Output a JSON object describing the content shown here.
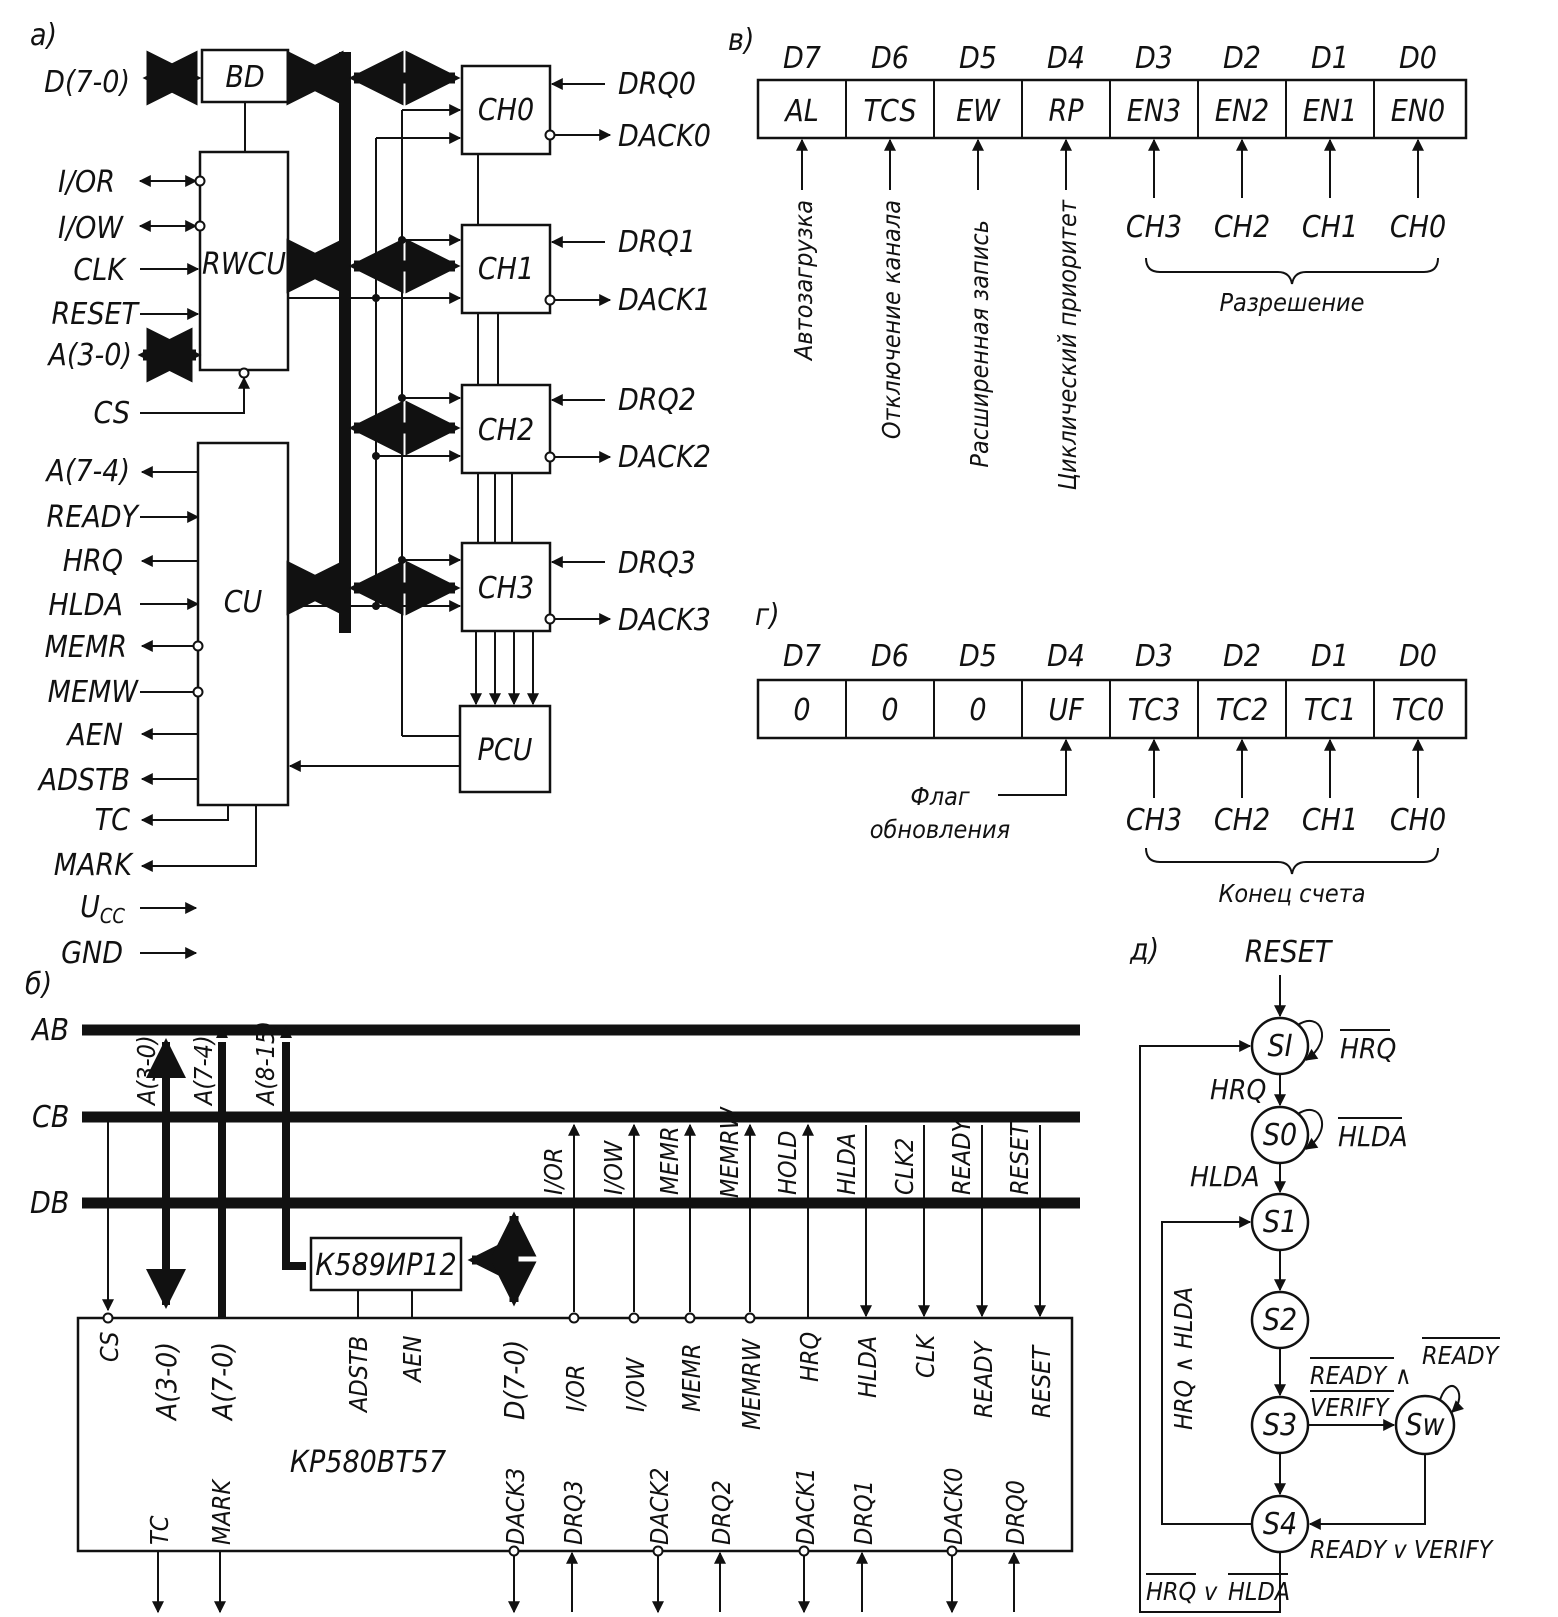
{
  "a": {
    "label": "а)",
    "blocks": {
      "bd": "BD",
      "rwcu": "RWCU",
      "cu": "CU",
      "ch0": "CH0",
      "ch1": "CH1",
      "ch2": "CH2",
      "ch3": "CH3",
      "pcu": "PCU"
    },
    "left_signals": [
      "D(7-0)",
      "I/OR",
      "I/OW",
      "CLK",
      "RESET",
      "A(3-0)",
      "CS",
      "A(7-4)",
      "READY",
      "HRQ",
      "HLDA",
      "MEMR",
      "MEMW",
      "AEN",
      "ADSTB",
      "TC",
      "MARK",
      "GND"
    ],
    "ucc_u": "U",
    "ucc_sub": "CC",
    "right_signals": [
      "DRQ0",
      "DACK0",
      "DRQ1",
      "DACK1",
      "DRQ2",
      "DACK2",
      "DRQ3",
      "DACK3"
    ]
  },
  "v": {
    "label": "в)",
    "bits": [
      "D7",
      "D6",
      "D5",
      "D4",
      "D3",
      "D2",
      "D1",
      "D0"
    ],
    "cells": [
      "AL",
      "TCS",
      "EW",
      "RP",
      "EN3",
      "EN2",
      "EN1",
      "EN0"
    ],
    "notes": [
      "Автозагрузка",
      "Отключение канала",
      "Расширенная запись",
      "Циклический приоритет"
    ],
    "channels": [
      "CH3",
      "CH2",
      "CH1",
      "CH0"
    ],
    "brace": "Разрешение"
  },
  "g": {
    "label": "г)",
    "bits": [
      "D7",
      "D6",
      "D5",
      "D4",
      "D3",
      "D2",
      "D1",
      "D0"
    ],
    "cells": [
      "0",
      "0",
      "0",
      "UF",
      "TC3",
      "TC2",
      "TC1",
      "TC0"
    ],
    "flag": [
      "Флаг",
      "обновления"
    ],
    "channels": [
      "CH3",
      "CH2",
      "CH1",
      "CH0"
    ],
    "brace": "Конец счета"
  },
  "b": {
    "label": "б)",
    "buses": [
      "AB",
      "CB",
      "DB"
    ],
    "bus_taps": [
      "A(3-0)",
      "A(7-4)",
      "A(8-15)"
    ],
    "ctrl_lines": [
      "I/OR",
      "I/OW",
      "MEMR",
      "MEMRW",
      "HOLD",
      "HLDA",
      "CLK2",
      "READY",
      "RESET"
    ],
    "latch": "К589ИР12",
    "chip": "КР580ВТ57",
    "pins_top": [
      "CS",
      "A(3-0)",
      "A(7-0)",
      "ADSTB",
      "AEN",
      "D(7-0)",
      "I/OR",
      "I/OW",
      "MEMR",
      "MEMRW",
      "HRQ",
      "HLDA",
      "CLK",
      "READY",
      "RESET"
    ],
    "pins_bottom": [
      "TC",
      "MARK",
      "DACK3",
      "DRQ3",
      "DACK2",
      "DRQ2",
      "DACK1",
      "DRQ1",
      "DACK0",
      "DRQ0"
    ]
  },
  "d": {
    "label": "д)",
    "reset": "RESET",
    "states": [
      "SI",
      "S0",
      "S1",
      "S2",
      "S3",
      "Sw",
      "S4"
    ],
    "cond": {
      "hrq_bar": "HRQ",
      "hrq": "HRQ",
      "hlda_bar": "HLDA",
      "hlda": "HLDA",
      "hrq_and_hlda": "HRQ ∧ HLDA",
      "ready_bar_a": "READY",
      "and": "∧",
      "verify_bar": "VERIFY",
      "ready_bar_b": "READY",
      "ready_or_verify": "READY v VERIFY",
      "hrq_bar2": "HRQ",
      "or": "v",
      "hlda_bar2": "HLDA"
    }
  }
}
